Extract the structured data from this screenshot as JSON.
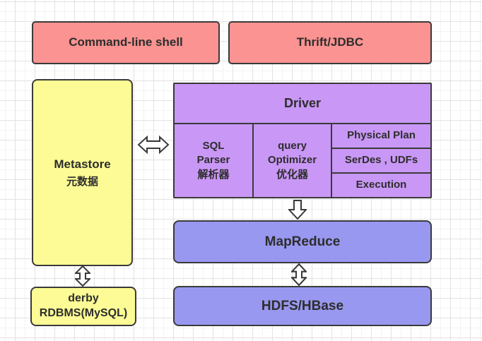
{
  "colors": {
    "pink": "#fa9391",
    "yellow": "#fcfb95",
    "purple": "#c997f5",
    "blue": "#9898f0",
    "border": "#3a3a3a",
    "text": "#2d2d2d"
  },
  "nodes": {
    "command_line_shell": {
      "label": "Command-line shell"
    },
    "thrift_jdbc": {
      "label": "Thrift/JDBC"
    },
    "metastore": {
      "line1": "Metastore",
      "line2": "元数据"
    },
    "driver": {
      "title": "Driver",
      "sql_parser": {
        "line1": "SQL",
        "line2": "Parser",
        "line3": "解析器"
      },
      "query_optimizer": {
        "line1": "query",
        "line2": "Optimizer",
        "line3": "优化器"
      },
      "physical_plan": "Physical Plan",
      "serdes_udfs": "SerDes , UDFs",
      "execution": "Execution"
    },
    "mapreduce": {
      "label": "MapReduce"
    },
    "hdfs_hbase": {
      "label": "HDFS/HBase"
    },
    "derby": {
      "line1": "derby",
      "line2": "RDBMS(MySQL)"
    }
  },
  "arrows": {
    "metastore_driver": "double-horizontal-arrow",
    "driver_mapreduce": "down-arrow",
    "mapreduce_hdfs": "double-vertical-arrow",
    "metastore_derby": "double-vertical-arrow"
  }
}
